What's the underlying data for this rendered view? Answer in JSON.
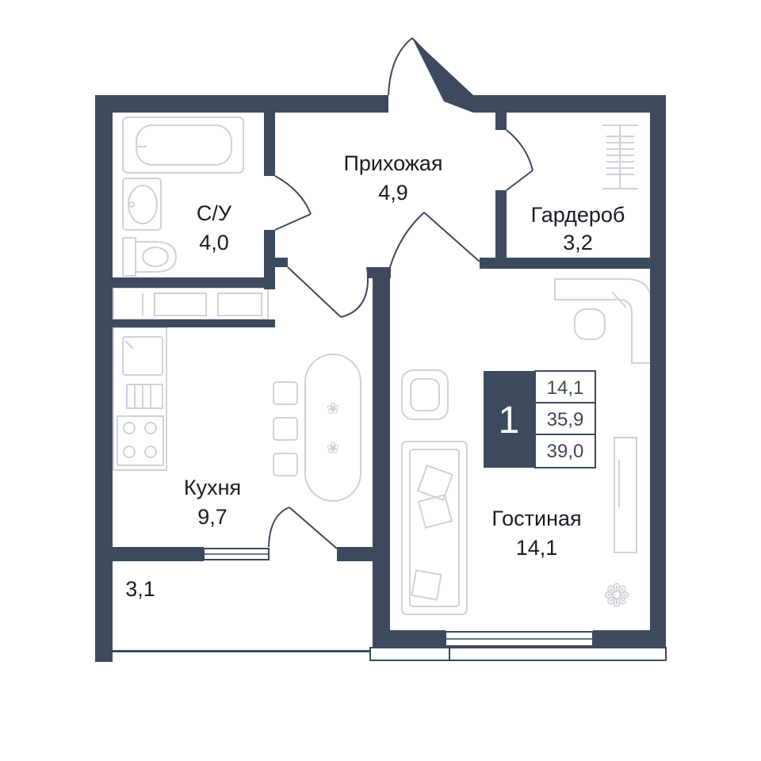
{
  "colors": {
    "wall": "#3d4a5e",
    "text": "#1a1c24",
    "furniture": "#cfd3d9",
    "background": "#ffffff"
  },
  "rooms": {
    "bathroom": {
      "name": "С/У",
      "area": "4,0"
    },
    "hallway": {
      "name": "Прихожая",
      "area": "4,9"
    },
    "wardrobe": {
      "name": "Гардероб",
      "area": "3,2"
    },
    "kitchen": {
      "name": "Кухня",
      "area": "9,7"
    },
    "living": {
      "name": "Гостиная",
      "area": "14,1"
    },
    "balcony": {
      "name": "",
      "area": "3,1"
    }
  },
  "badge": {
    "rooms_count": "1",
    "living_area": "14,1",
    "total_area": "35,9",
    "total_with_balcony": "39,0"
  }
}
